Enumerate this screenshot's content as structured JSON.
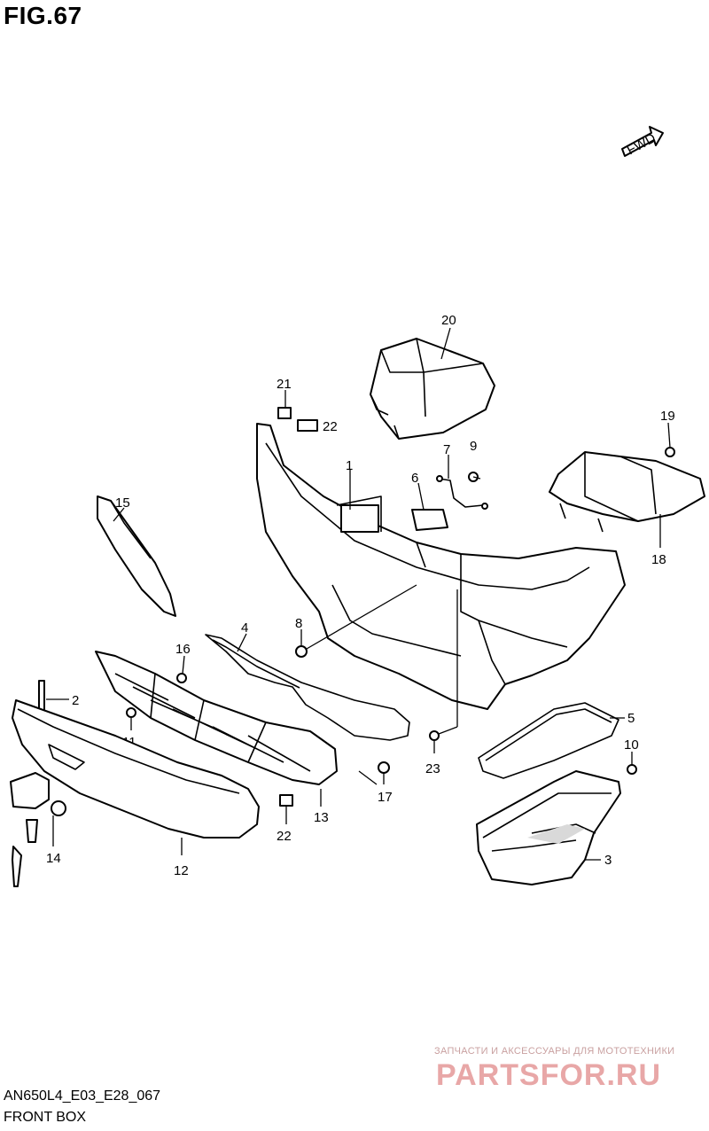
{
  "figure": {
    "title": "FIG.67",
    "model_code": "AN650L4_E03_E28_067",
    "subtitle": "FRONT BOX",
    "fwd_label": "FWD"
  },
  "callouts": {
    "c1": "1",
    "c2": "2",
    "c3": "3",
    "c4": "4",
    "c5": "5",
    "c6": "6",
    "c7": "7",
    "c8": "8",
    "c9": "9",
    "c10": "10",
    "c11": "11",
    "c12": "12",
    "c13": "13",
    "c14": "14",
    "c15": "15",
    "c16": "16",
    "c17": "17",
    "c18": "18",
    "c19": "19",
    "c20": "20",
    "c21": "21",
    "c22a": "22",
    "c22b": "22",
    "c23": "23"
  },
  "watermark": {
    "tagline": "ЗАПЧАСТИ И АКСЕССУАРЫ ДЛЯ МОТОТЕХНИКИ",
    "logo": "PARTSFOR.RU"
  }
}
